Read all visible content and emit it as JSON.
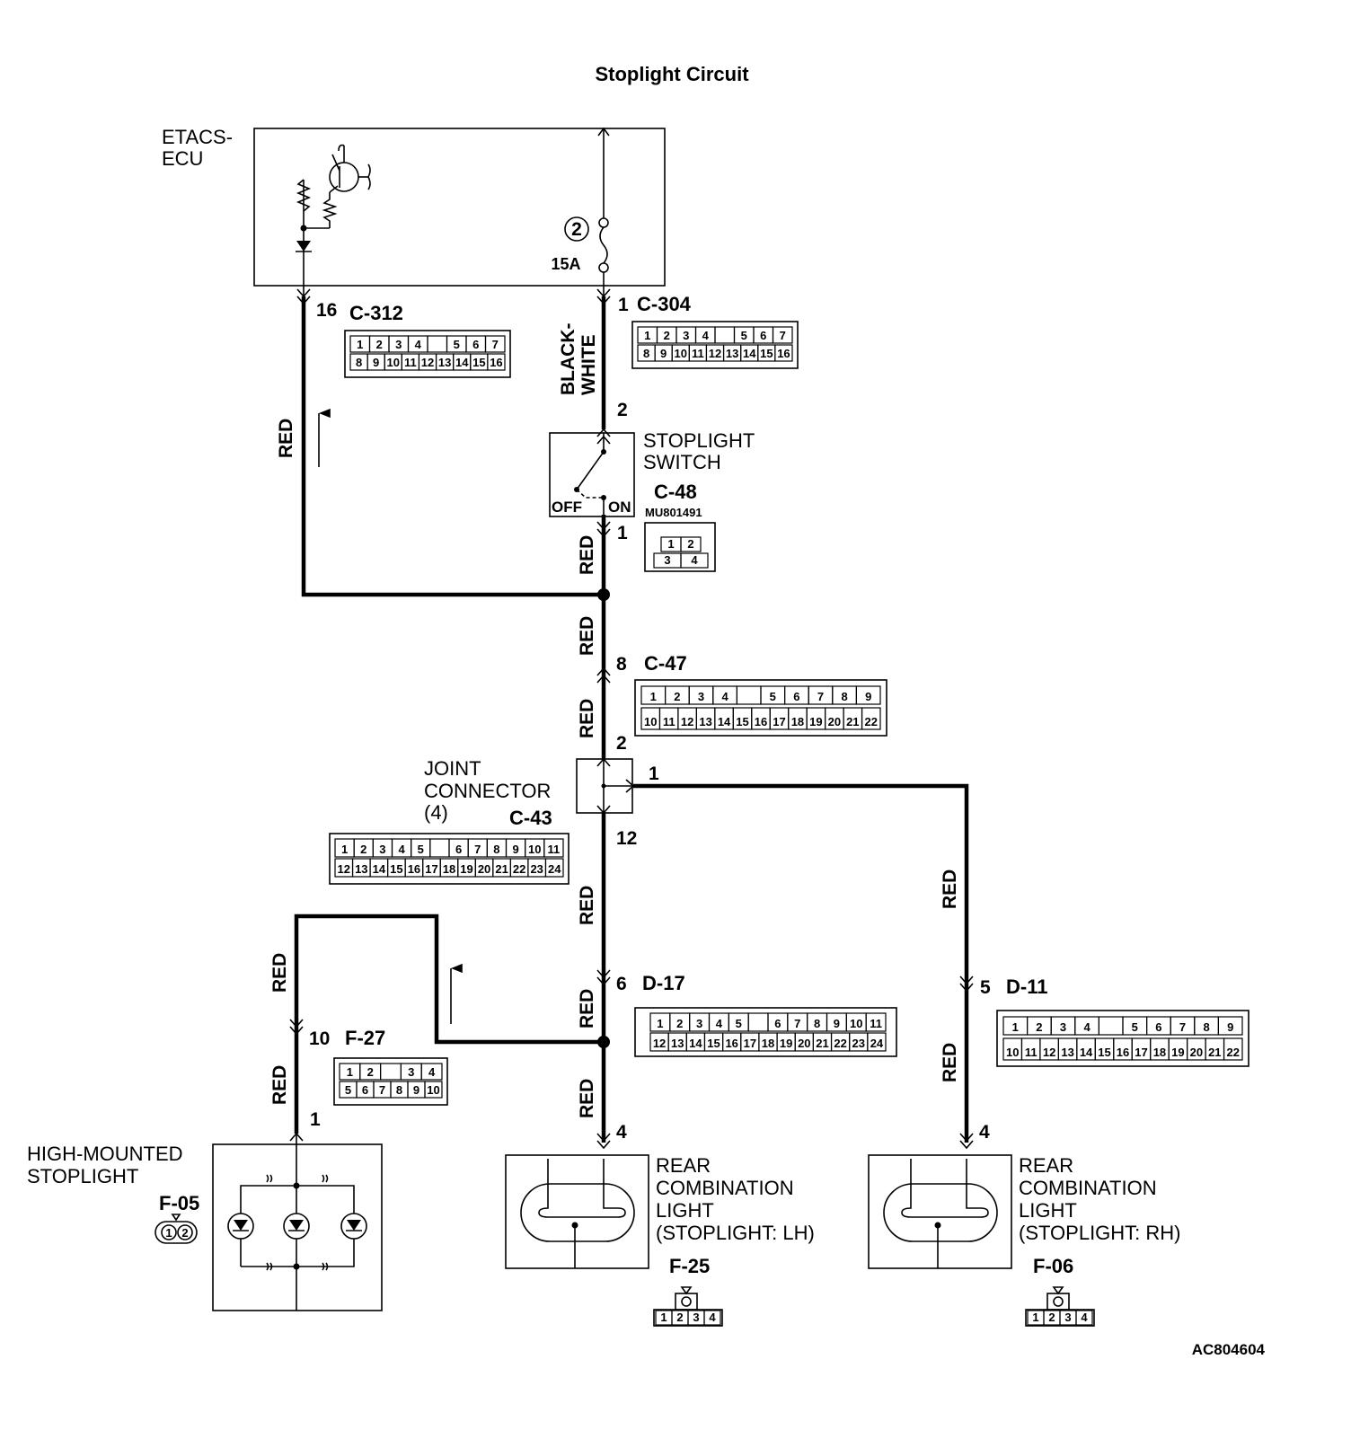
{
  "title": "Stoplight Circuit",
  "footer_code": "AC804604",
  "components": {
    "etacs": {
      "label_line1": "ETACS-",
      "label_line2": "ECU",
      "fuse_number": "2",
      "fuse_rating": "15A"
    },
    "stoplight_switch": {
      "label_line1": "STOPLIGHT",
      "label_line2": "SWITCH",
      "off": "OFF",
      "on": "ON",
      "connector": "C-48",
      "part_number": "MU801491"
    },
    "joint_connector": {
      "label_line1": "JOINT",
      "label_line2": "CONNECTOR",
      "label_line3": "(4)",
      "connector": "C-43"
    },
    "high_mounted": {
      "label_line1": "HIGH-MOUNTED",
      "label_line2": "STOPLIGHT",
      "connector": "F-05"
    },
    "rear_lh": {
      "label_line1": "REAR",
      "label_line2": "COMBINATION",
      "label_line3": "LIGHT",
      "label_line4": "(STOPLIGHT: LH)",
      "connector": "F-25"
    },
    "rear_rh": {
      "label_line1": "REAR",
      "label_line2": "COMBINATION",
      "label_line3": "LIGHT",
      "label_line4": "(STOPLIGHT: RH)",
      "connector": "F-06"
    }
  },
  "connectors": {
    "c312": {
      "code": "C-312",
      "pin": "16",
      "row1": [
        "1",
        "2",
        "3",
        "4",
        "",
        "5",
        "6",
        "7"
      ],
      "row2": [
        "8",
        "9",
        "10",
        "11",
        "12",
        "13",
        "14",
        "15",
        "16"
      ]
    },
    "c304": {
      "code": "C-304",
      "pin": "1",
      "row1": [
        "1",
        "2",
        "3",
        "4",
        "",
        "5",
        "6",
        "7"
      ],
      "row2": [
        "8",
        "9",
        "10",
        "11",
        "12",
        "13",
        "14",
        "15",
        "16"
      ]
    },
    "c47": {
      "code": "C-47",
      "pin_top": "8",
      "pin_bottom": "2",
      "row1": [
        "1",
        "2",
        "3",
        "4",
        "",
        "5",
        "6",
        "7",
        "8",
        "9"
      ],
      "row2": [
        "10",
        "11",
        "12",
        "13",
        "14",
        "15",
        "16",
        "17",
        "18",
        "19",
        "20",
        "21",
        "22"
      ]
    },
    "c43": {
      "row1": [
        "1",
        "2",
        "3",
        "4",
        "5",
        "",
        "6",
        "7",
        "8",
        "9",
        "10",
        "11"
      ],
      "row2": [
        "12",
        "13",
        "14",
        "15",
        "16",
        "17",
        "18",
        "19",
        "20",
        "21",
        "22",
        "23",
        "24"
      ]
    },
    "d17": {
      "code": "D-17",
      "pin": "6",
      "row1": [
        "1",
        "2",
        "3",
        "4",
        "5",
        "",
        "6",
        "7",
        "8",
        "9",
        "10",
        "11"
      ],
      "row2": [
        "12",
        "13",
        "14",
        "15",
        "16",
        "17",
        "18",
        "19",
        "20",
        "21",
        "22",
        "23",
        "24"
      ]
    },
    "d11": {
      "code": "D-11",
      "pin": "5",
      "row1": [
        "1",
        "2",
        "3",
        "4",
        "",
        "5",
        "6",
        "7",
        "8",
        "9"
      ],
      "row2": [
        "10",
        "11",
        "12",
        "13",
        "14",
        "15",
        "16",
        "17",
        "18",
        "19",
        "20",
        "21",
        "22"
      ]
    },
    "f27": {
      "code": "F-27",
      "pin": "10",
      "row1": [
        "1",
        "2",
        "",
        "3",
        "4"
      ],
      "row2": [
        "5",
        "6",
        "7",
        "8",
        "9",
        "10"
      ]
    },
    "c48": {
      "row1": [
        "1",
        "2"
      ],
      "row2": [
        "3",
        "4"
      ]
    },
    "f05": {
      "pins": [
        "1",
        "2"
      ]
    },
    "f25": {
      "pins": [
        "1",
        "2",
        "3",
        "4"
      ]
    },
    "f06": {
      "pins": [
        "1",
        "2",
        "3",
        "4"
      ]
    }
  },
  "pins": {
    "switch_top": "2",
    "switch_bottom": "1",
    "joint_right": "1",
    "joint_bottom": "12",
    "hm_top": "1",
    "lh_top": "4",
    "rh_top": "4"
  },
  "wires": {
    "black_white_line1": "BLACK-",
    "black_white_line2": "WHITE",
    "red": "RED"
  }
}
